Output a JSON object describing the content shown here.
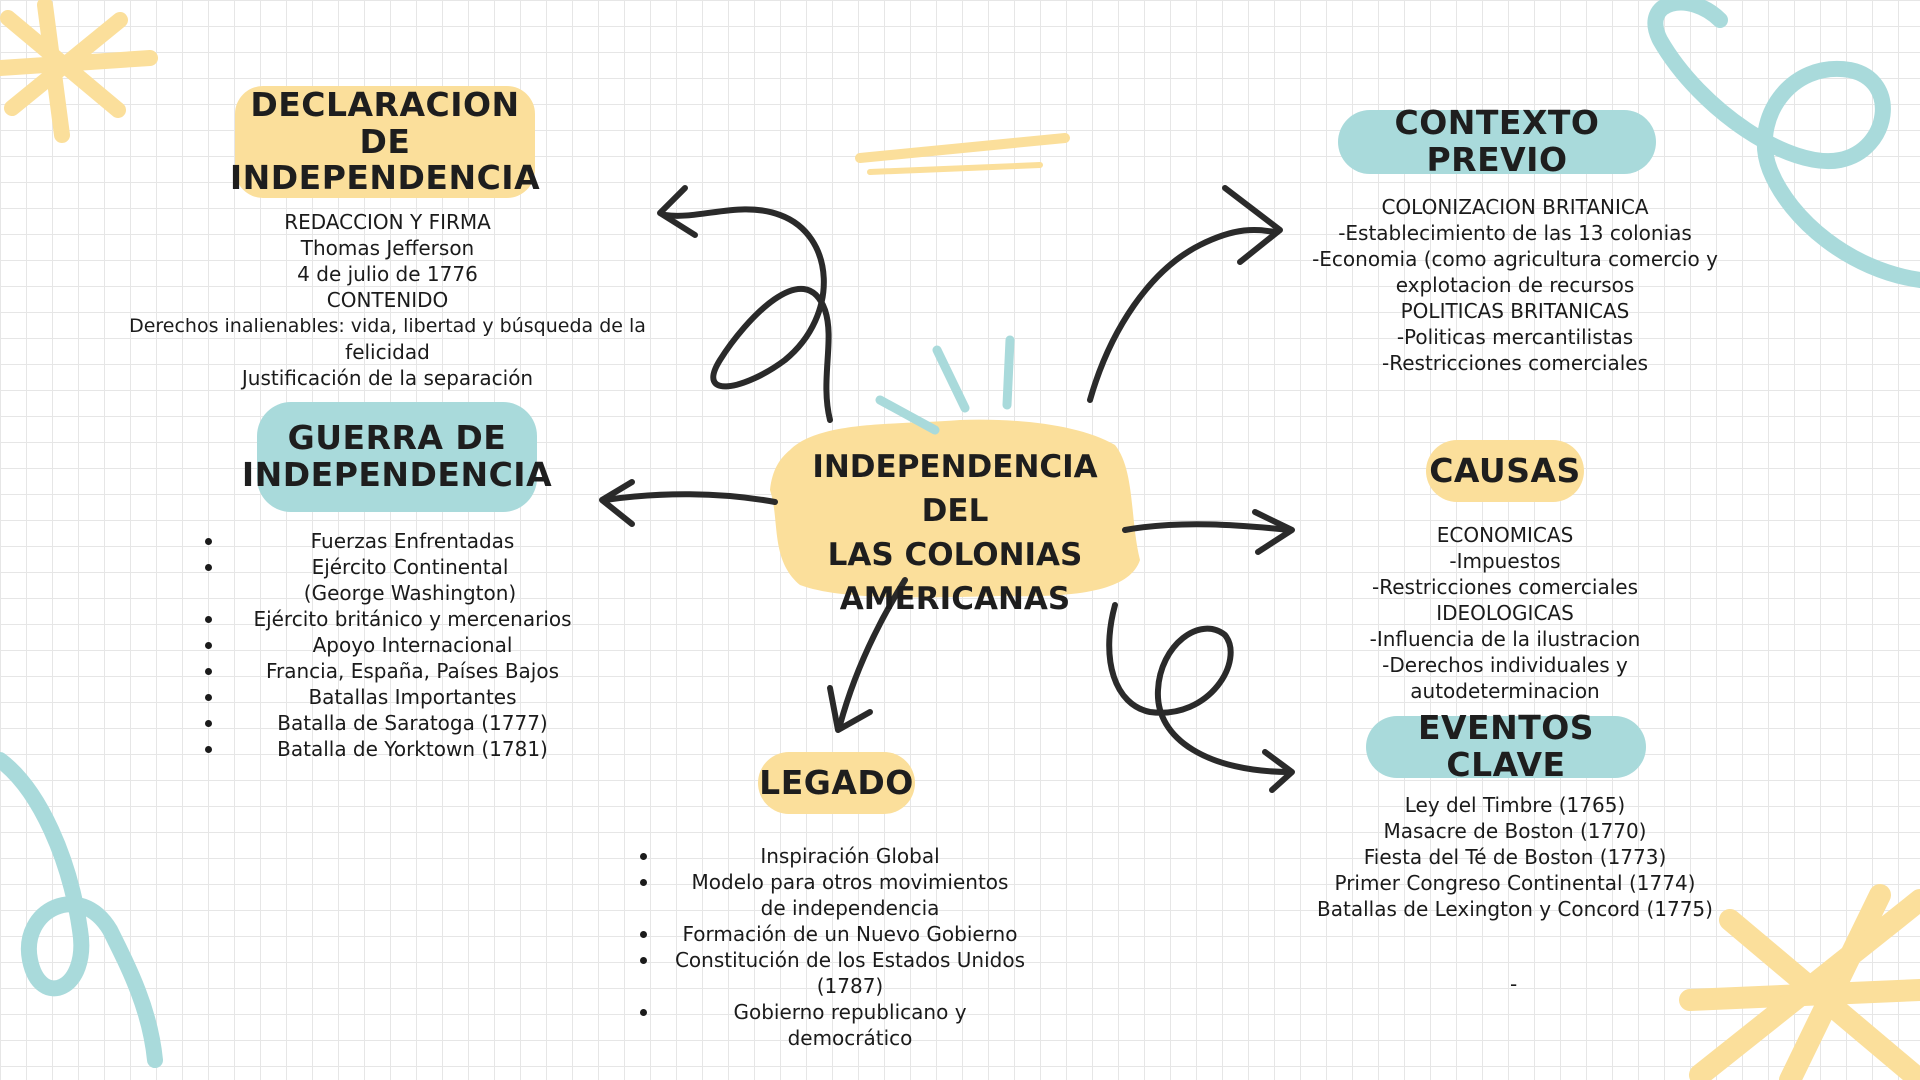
{
  "colors": {
    "yellow": "#fbdf9b",
    "blue": "#a9dadb",
    "ink": "#2a2a2a",
    "grid": "#e6e6e6"
  },
  "center": {
    "title_lines": [
      "INDEPENDENCIA DEL",
      "LAS COLONIAS",
      "AMERICANAS"
    ]
  },
  "declaracion": {
    "title_lines": [
      "DECLARACION DE",
      "INDEPENDENCIA"
    ],
    "lines": [
      "REDACCION Y FIRMA",
      "Thomas Jefferson",
      "4 de julio de 1776",
      "CONTENIDO",
      "Derechos inalienables: vida, libertad y búsqueda de la",
      "felicidad",
      "Justificación de la separación"
    ]
  },
  "guerra": {
    "title_lines": [
      "GUERRA DE",
      "INDEPENDENCIA"
    ],
    "items": [
      "Fuerzas Enfrentadas",
      "Ejército Continental (George Washington)",
      "Ejército británico y mercenarios",
      "Apoyo Internacional",
      "Francia, España, Países Bajos",
      "Batallas Importantes",
      "Batalla de Saratoga (1777)",
      "Batalla de Yorktown (1781)"
    ]
  },
  "legado": {
    "title": "LEGADO",
    "items": [
      "Inspiración Global",
      "Modelo para otros movimientos de independencia",
      "Formación de un Nuevo Gobierno",
      "Constitución de los Estados Unidos (1787)",
      "Gobierno republicano y democrático"
    ]
  },
  "contexto": {
    "title": "CONTEXTO PREVIO",
    "lines": [
      "COLONIZACION BRITANICA",
      "-Establecimiento de las 13 colonias",
      "-Economia (como agricultura comercio y",
      "explotacion de recursos",
      "POLITICAS BRITANICAS",
      "-Politicas mercantilistas",
      "-Restricciones comerciales"
    ]
  },
  "causas": {
    "title": "CAUSAS",
    "lines": [
      "ECONOMICAS",
      "-Impuestos",
      "-Restricciones comerciales",
      "IDEOLOGICAS",
      "-Influencia de la ilustracion",
      "-Derechos individuales y",
      "autodeterminacion"
    ]
  },
  "eventos": {
    "title": "EVENTOS CLAVE",
    "lines": [
      "Ley del Timbre (1765)",
      "Masacre de Boston (1770)",
      "Fiesta del Té de Boston (1773)",
      "Primer Congreso Continental (1774)",
      "Batallas de Lexington y Concord (1775)"
    ],
    "stray_mark": "-"
  }
}
